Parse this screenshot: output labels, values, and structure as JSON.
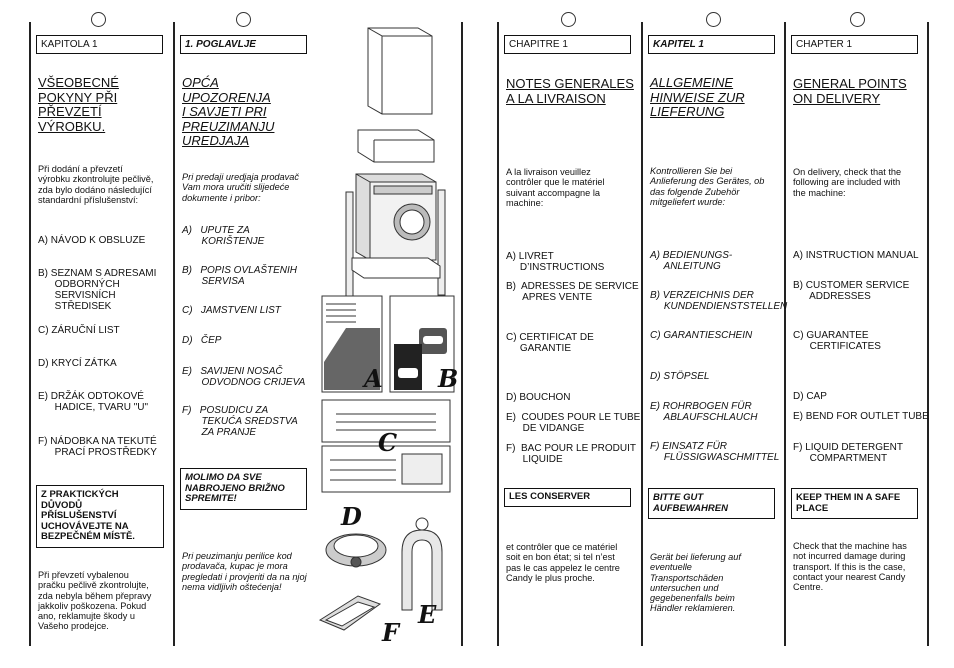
{
  "cz": {
    "header": "KAPITOLA 1",
    "title": "VŠEOBECNÉ\nPOKYNY PŘI\nPŘEVZETÍ\nVÝROBKU.",
    "intro": "Při dodání a převzetí\nvýrobku zkontrolujte pečlivě,\nzda bylo dodáno následující\nstandardní příslušenství:",
    "items": [
      "A) NÁVOD K OBSLUZE",
      "B) SEZNAM S ADRESAMI\n      ODBORNÝCH\n      SERVISNÍCH\n      STŘEDISEK",
      "C) ZÁRUČNÍ LIST",
      "D) KRYCÍ ZÁTKA",
      "E) DRŽÁK ODTOKOVÉ\n      HADICE, TVARU \"U\"",
      "F) NÁDOBKA NA TEKUTÉ\n      PRACÍ PROSTŘEDKY"
    ],
    "keep": "Z PRAKTICKÝCH\nDŮVODŮ PŘÍSLUŠENSTVÍ\nUCHOVÁVEJTE NA\nBEZPEČNÉM MÍSTĚ.",
    "outro": "Při převzetí vybalenou\npračku pečlivě zkontrolujte,\nzda nebyla během přepravy\njakkoliv poškozena. Pokud\nano, reklamujte škody u\nVašeho prodejce."
  },
  "hr": {
    "header": "1. POGLAVLJE",
    "title": "OPĆA\nUPOZORENJA\n I SAVJETI PRI\nPREUZIMANJU\nUREDJAJA",
    "intro": "Pri predaji uredjaja prodavač\nVam mora uručiti slijedeće\ndokumente i pribor:",
    "items": [
      "A)   UPUTE ZA\n       KORIŠTENJE",
      "B)   POPIS OVLAŠTENIH\n       SERVISA",
      "C)   JAMSTVENI LIST",
      "D)   ČEP",
      "E)   SAVIJENI NOSAČ\n       ODVODNOG CRIJEVA",
      "F)   POSUDICU ZA\n       TEKUĆA SREDSTVA\n       ZA PRANJE"
    ],
    "keep": "MOLIMO DA SVE\nNABROJENO BRIŽNO\nSPREMITE!",
    "outro": "Pri peuzimanju perilice kod\nprodavača, kupac je mora\npregledati i provjeriti da na njoj\nnema vidljivih oštećenja!"
  },
  "figure": {
    "labels": [
      "A",
      "B",
      "C",
      "D",
      "E",
      "F"
    ]
  },
  "fr": {
    "header": "CHAPITRE 1",
    "title": "NOTES GENERALES\nA LA LIVRAISON",
    "intro": "A la livraison veuillez\ncontrôler que le matériel\nsuivant accompagne la\nmachine:",
    "items": [
      "A) LIVRET\n     D’INSTRUCTIONS",
      "B)  ADRESSES DE SERVICE\n      APRES VENTE",
      "C) CERTIFICAT DE\n     GARANTIE",
      "D) BOUCHON",
      "E)  COUDES POUR LE TUBE\n      DE VIDANGE",
      "F)  BAC POUR LE PRODUIT\n      LIQUIDE"
    ],
    "keep": "LES CONSERVER",
    "outro": "et contrôler que ce matériel\nsoit en bon état; si tel n’est\npas le cas appelez le centre\nCandy le plus proche."
  },
  "de": {
    "header": "KAPITEL 1",
    "title": "ALLGEMEINE\nHINWEISE ZUR\nLIEFERUNG",
    "intro": "Kontrollieren Sie bei\nAnlieferung des Gerätes, ob\ndas folgende Zubehör\nmitgeliefert wurde:",
    "items": [
      "A) BEDIENUNGS-\n     ANLEITUNG",
      "B) VERZEICHNIS DER\n     KUNDENDIENSTSTELLEN",
      "C) GARANTIESCHEIN",
      "D) STÖPSEL",
      "E) ROHRBOGEN FÜR\n     ABLAUFSCHLAUCH",
      "F) EINSATZ FÜR\n     FLÜSSIGWASCHMITTEL"
    ],
    "keep": "BITTE GUT\nAUFBEWAHREN",
    "outro": "Gerät bei lieferung auf\neventuelle\nTransportschäden\nuntersuchen und\ngegebenenfalls beim\nHändler reklamieren."
  },
  "en": {
    "header": "CHAPTER 1",
    "title": "GENERAL POINTS\nON DELIVERY",
    "intro": "On delivery, check that the\nfollowing are included with\nthe machine:",
    "items": [
      "A) INSTRUCTION MANUAL",
      "B) CUSTOMER SERVICE\n      ADDRESSES",
      "C) GUARANTEE\n      CERTIFICATES",
      "D) CAP",
      "E) BEND FOR OUTLET TUBE",
      "F) LIQUID DETERGENT\n      COMPARTMENT"
    ],
    "keep": "KEEP THEM IN A SAFE\nPLACE",
    "outro": "Check that the machine has\nnot incurred damage during\ntransport. If this is the case,\ncontact your nearest Candy\nCentre."
  }
}
